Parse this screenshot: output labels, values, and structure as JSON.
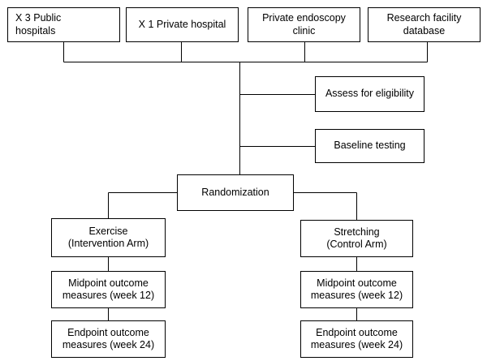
{
  "sources": [
    {
      "id": "public",
      "text": "X 3 Public\nhospitals"
    },
    {
      "id": "private",
      "text": "X 1 Private hospital"
    },
    {
      "id": "endoscopy",
      "text": "Private endoscopy\nclinic"
    },
    {
      "id": "research",
      "text": "Research facility\ndatabase"
    }
  ],
  "steps": {
    "eligibility": "Assess for eligibility",
    "baseline": "Baseline testing",
    "randomization": "Randomization"
  },
  "arms": {
    "intervention": {
      "arm": "Exercise\n(Intervention Arm)",
      "midpoint": "Midpoint outcome\nmeasures (week 12)",
      "endpoint": "Endpoint outcome\nmeasures (week 24)"
    },
    "control": {
      "arm": "Stretching\n(Control Arm)",
      "midpoint": "Midpoint outcome\nmeasures (week 12)",
      "endpoint": "Endpoint outcome\nmeasures (week 24)"
    }
  }
}
